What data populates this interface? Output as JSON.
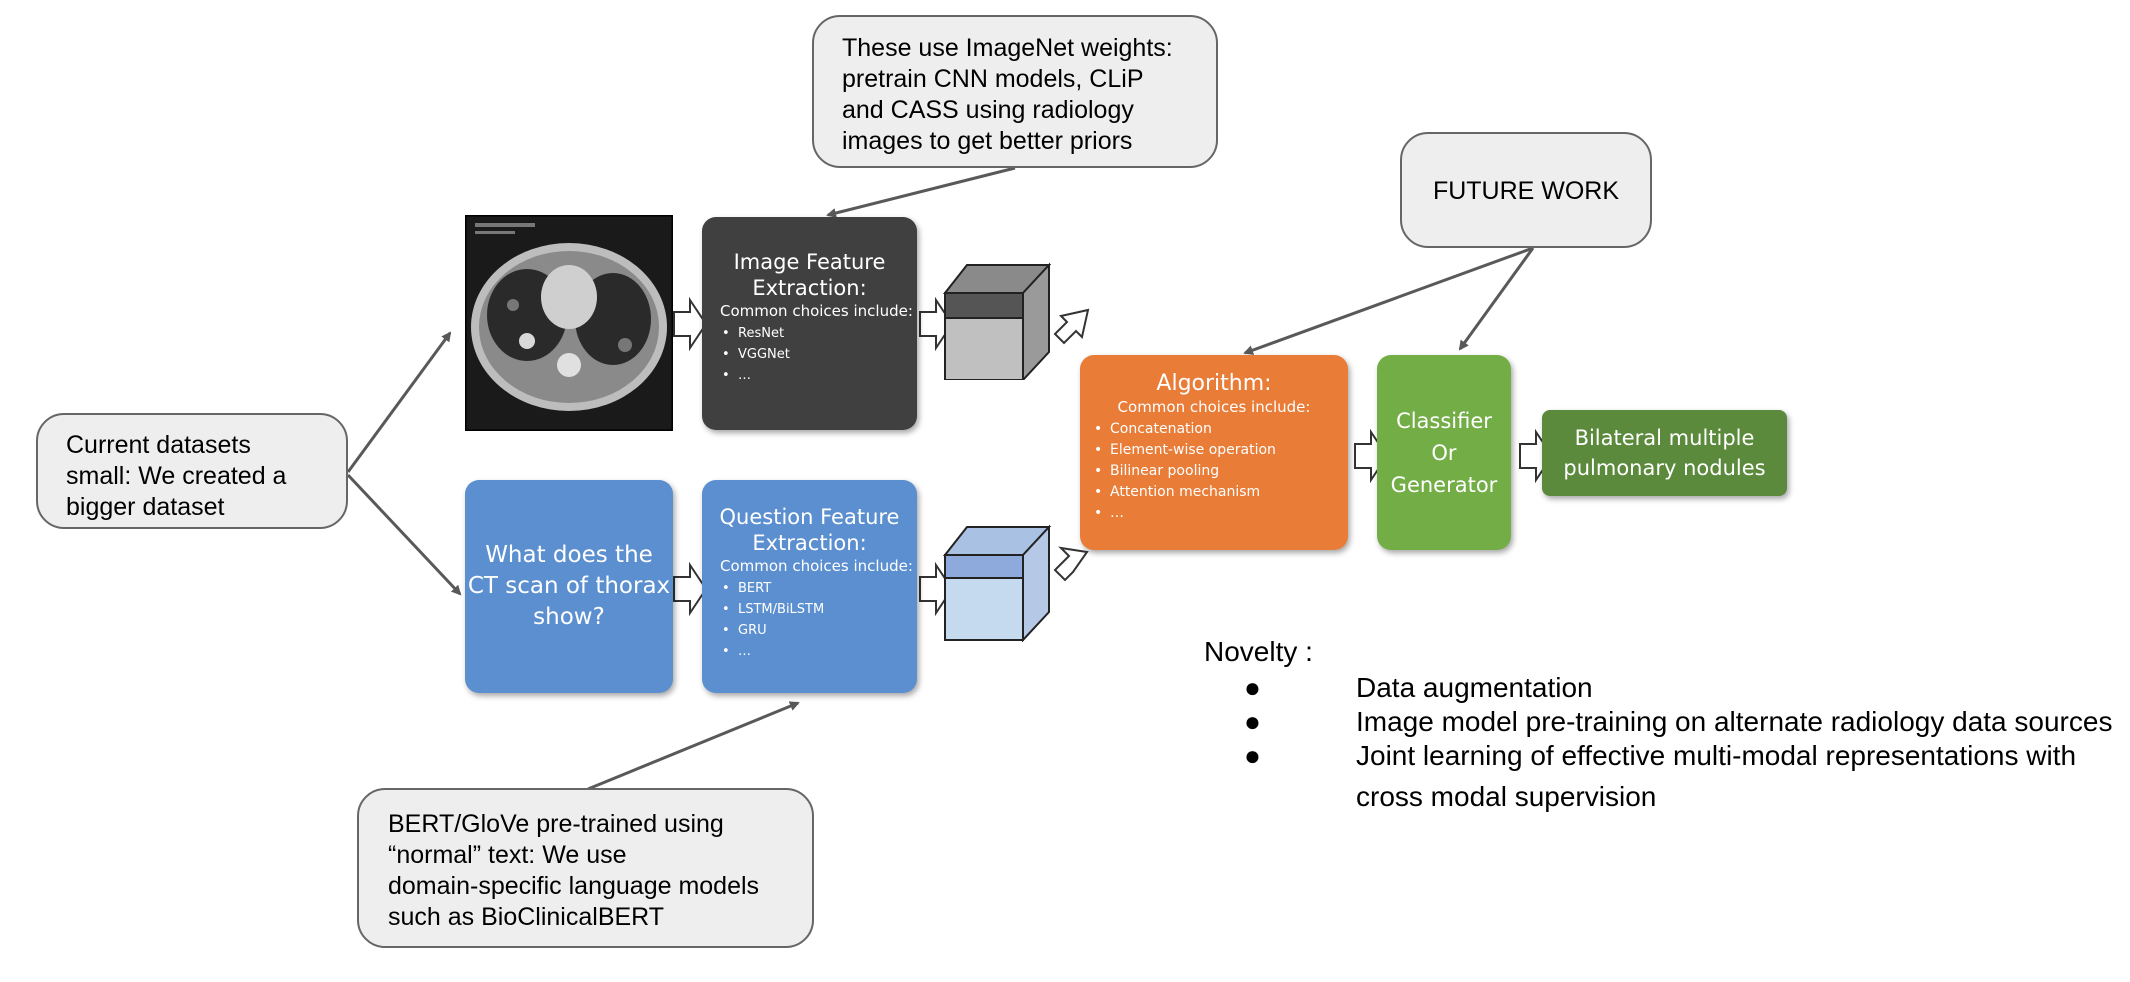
{
  "callouts": {
    "imagenet": {
      "lines": [
        "These use ImageNet weights:",
        "pretrain CNN models, CLiP",
        "and CASS using radiology",
        "images to get better priors"
      ]
    },
    "future": {
      "text": "FUTURE WORK"
    },
    "datasets": {
      "lines": [
        "Current datasets",
        "small: We created a",
        "bigger dataset"
      ]
    },
    "bert": {
      "lines": [
        "BERT/GloVe pre-trained using",
        "“normal” text: We use",
        "domain-specific language models",
        "such as BioClinicalBERT"
      ]
    }
  },
  "image_feature": {
    "title_lines": [
      "Image Feature",
      "Extraction:"
    ],
    "subtitle": "Common choices include:",
    "items": [
      "ResNet",
      "VGGNet",
      "…"
    ]
  },
  "question_box": {
    "lines": [
      "What does the",
      "CT scan of thorax",
      "show?"
    ]
  },
  "question_feature": {
    "title_lines": [
      "Question Feature",
      "Extraction:"
    ],
    "subtitle": "Common choices include:",
    "items": [
      "BERT",
      "LSTM/BiLSTM",
      "GRU",
      "…"
    ]
  },
  "algorithm": {
    "title": "Algorithm:",
    "subtitle": "Common choices include:",
    "items": [
      "Concatenation",
      "Element-wise operation",
      "Bilinear pooling",
      "Attention mechanism",
      "…"
    ]
  },
  "classifier": {
    "lines": [
      "Classifier",
      "Or",
      "Generator"
    ]
  },
  "output": {
    "lines": [
      "Bilateral multiple",
      "pulmonary nodules"
    ]
  },
  "novelty": {
    "heading": "Novelty :",
    "items": [
      {
        "text": "Data augmentation"
      },
      {
        "text": "Image model pre-training on alternate radiology data sources"
      },
      {
        "lines": [
          "Joint learning of effective multi-modal representations with",
          "cross modal supervision"
        ]
      }
    ]
  },
  "colors": {
    "image_feature": "#404040",
    "question_blue": "#5b8fd0",
    "algorithm_orange": "#e97c37",
    "classifier_green": "#73ad45",
    "output_green": "#5c8a3c",
    "callout_fill": "#eeeeee"
  }
}
